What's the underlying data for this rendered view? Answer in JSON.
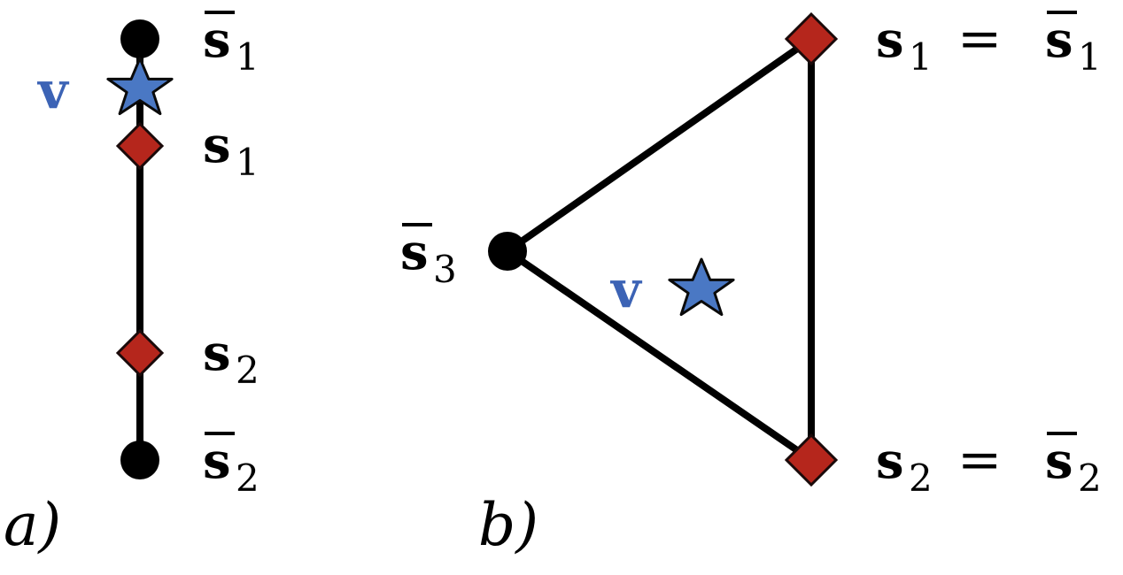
{
  "colors": {
    "edge": "#000000",
    "vertex": "#000000",
    "sample": "#b5261c",
    "target": "#4a78c4",
    "target_label": "#3c63b5"
  },
  "icons": {
    "vertex": "filled-circle",
    "sample": "diamond",
    "target": "star"
  },
  "panel_a": {
    "panel_label": "a)",
    "vertex_top": {
      "base": "s",
      "sub": "1",
      "bar": true
    },
    "sample_top": {
      "base": "s",
      "sub": "1",
      "bar": false
    },
    "sample_bottom": {
      "base": "s",
      "sub": "2",
      "bar": false
    },
    "vertex_bottom": {
      "base": "s",
      "sub": "2",
      "bar": true
    },
    "target_label": "v"
  },
  "panel_b": {
    "panel_label": "b)",
    "vertex_left": {
      "base": "s",
      "sub": "3",
      "bar": true
    },
    "corner_top": {
      "base": "s",
      "sub": "1",
      "eq": "=",
      "base2": "s",
      "sub2": "1"
    },
    "corner_bottom": {
      "base": "s",
      "sub": "2",
      "eq": "=",
      "base2": "s",
      "sub2": "2"
    },
    "target_label": "v"
  }
}
